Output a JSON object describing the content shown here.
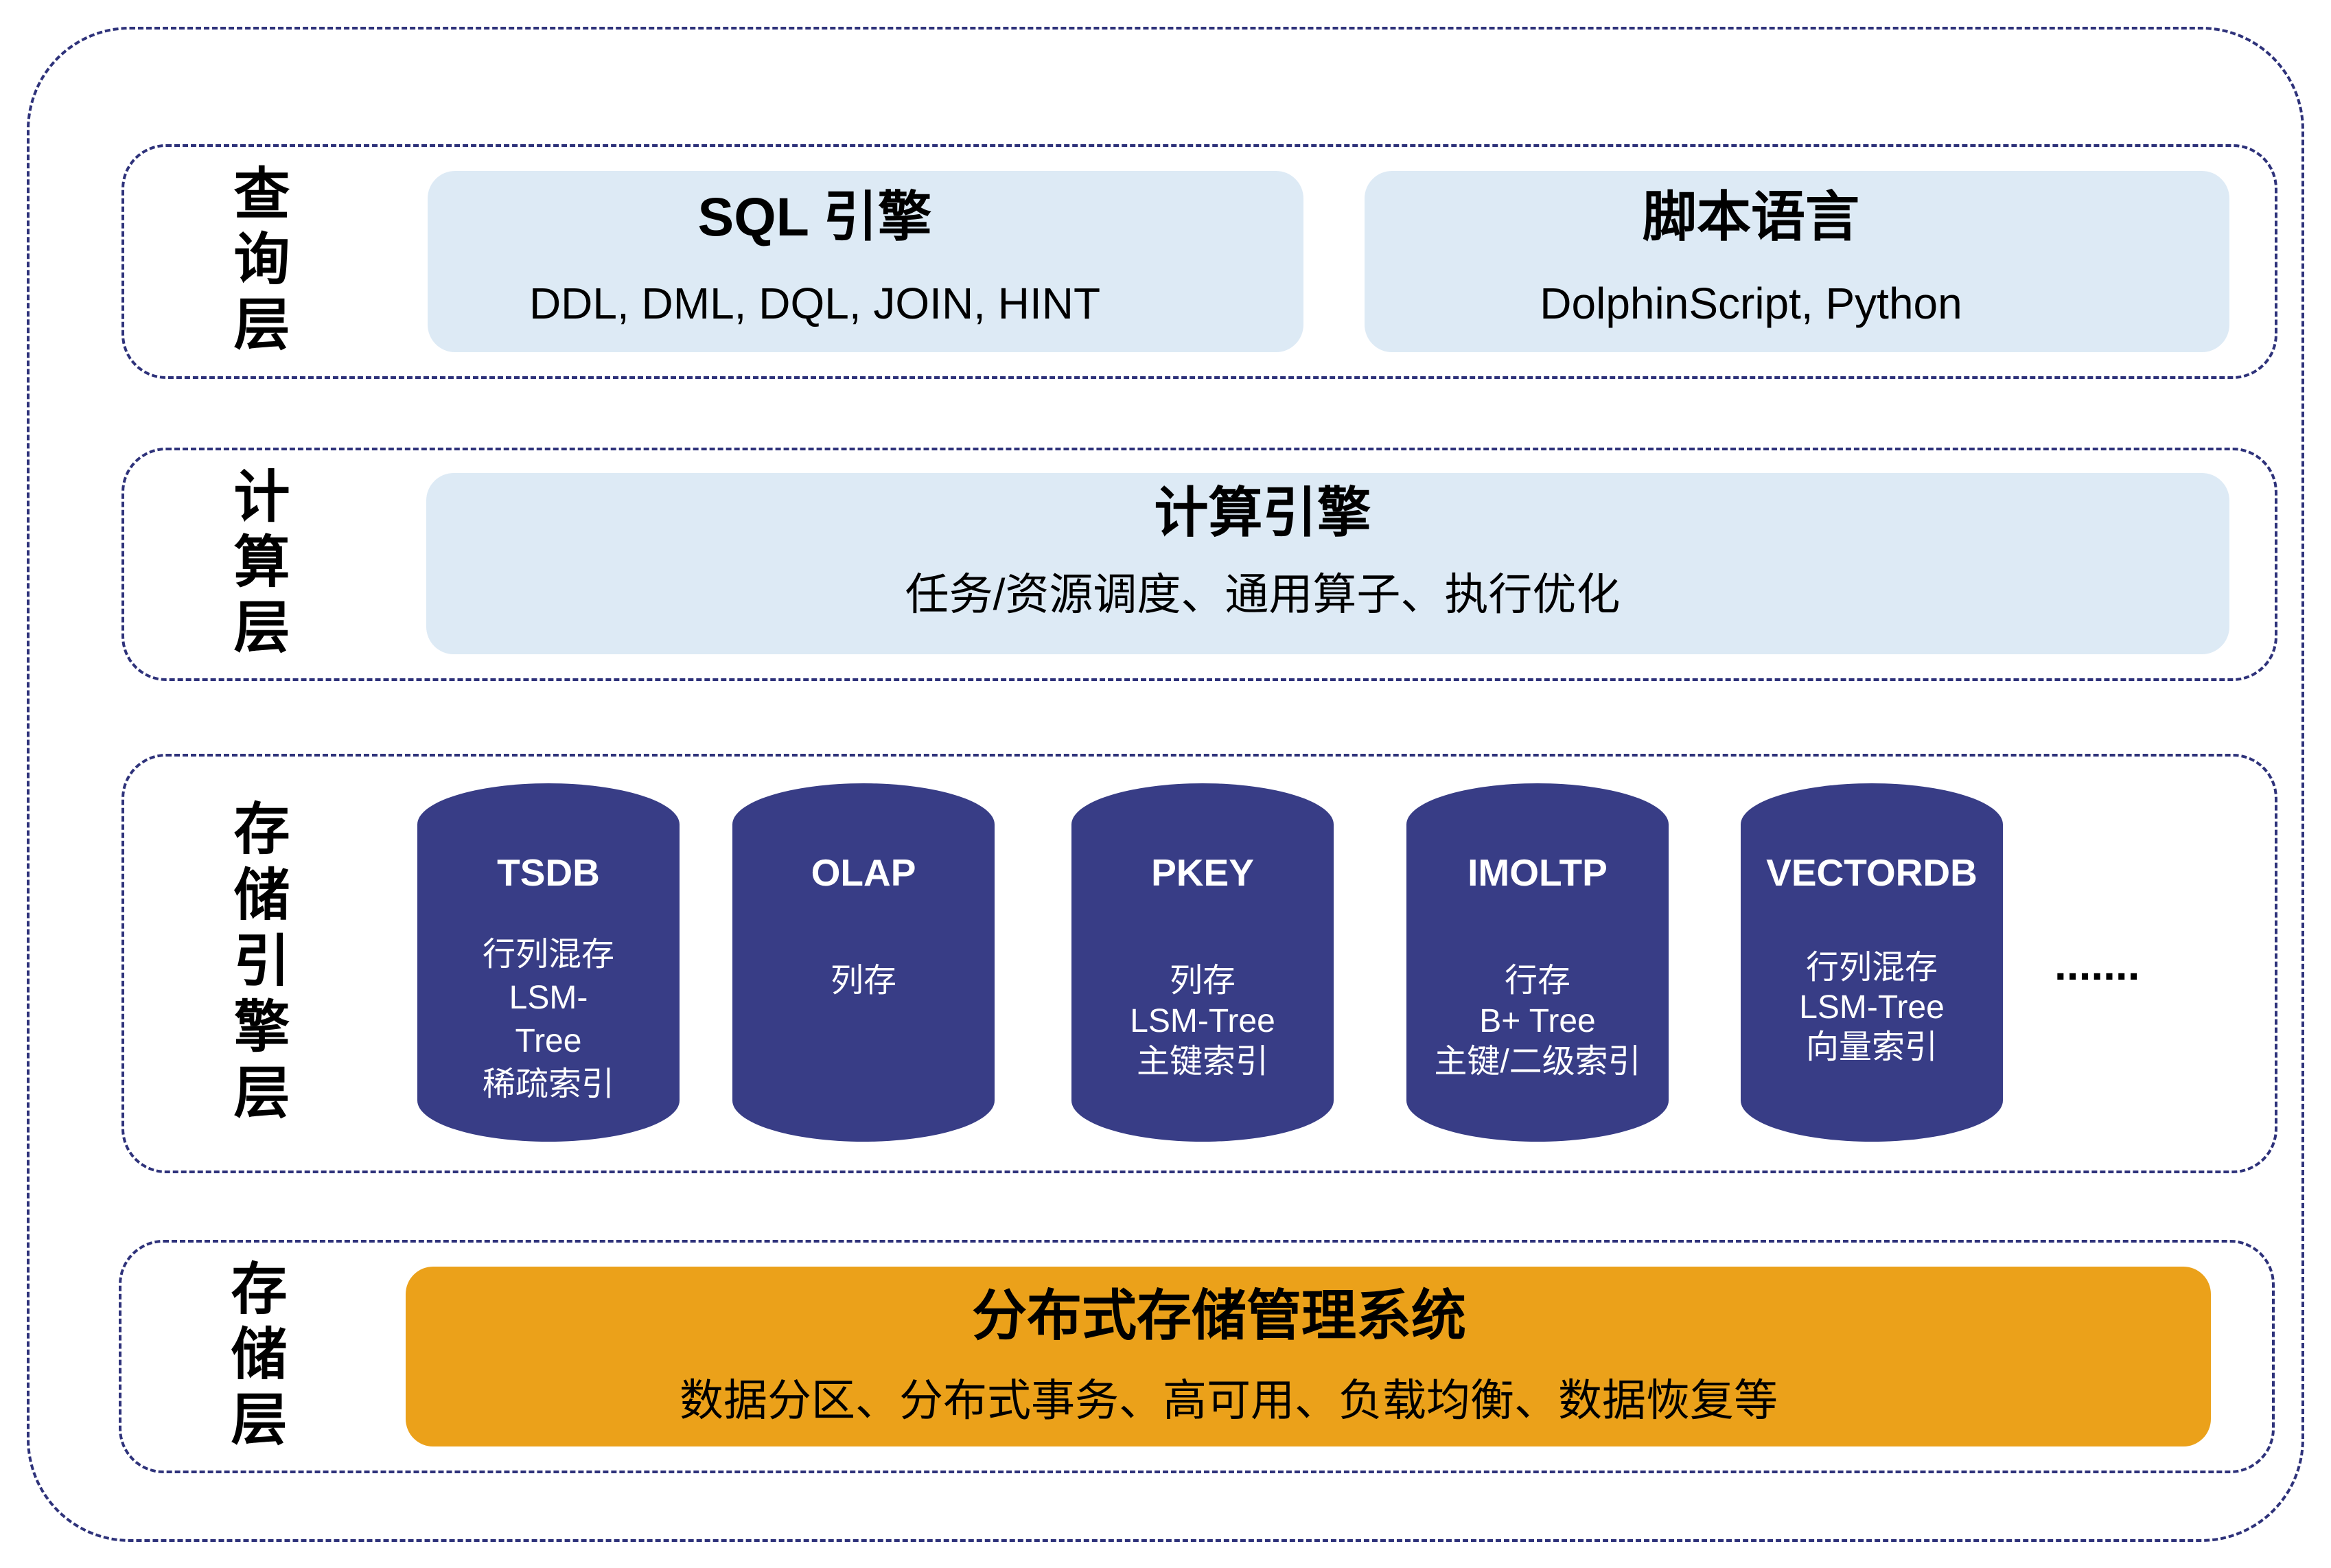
{
  "query_layer": {
    "label": "查询层",
    "sql_engine": {
      "title": "SQL 引擎",
      "subtitle": "DDL, DML, DQL, JOIN, HINT"
    },
    "script_language": {
      "title": "脚本语言",
      "subtitle": "DolphinScript, Python"
    }
  },
  "compute_layer": {
    "label": "计算层",
    "compute_engine": {
      "title": "计算引擎",
      "subtitle": "任务/资源调度、通用算子、执行优化"
    }
  },
  "storage_engine_layer": {
    "label": "存储引擎层",
    "engines": [
      {
        "name": "TSDB",
        "lines": [
          "行列混存",
          "LSM-",
          "Tree",
          "稀疏索引"
        ]
      },
      {
        "name": "OLAP",
        "lines": [
          "列存"
        ]
      },
      {
        "name": "PKEY",
        "lines": [
          "列存",
          "LSM-Tree",
          "主键索引"
        ]
      },
      {
        "name": "IMOLTP",
        "lines": [
          "行存",
          "B+ Tree",
          "主键/二级索引"
        ]
      },
      {
        "name": "VECTORDB",
        "lines": [
          "行列混存",
          "LSM-Tree",
          "向量索引"
        ]
      }
    ],
    "more": "......."
  },
  "storage_layer": {
    "label": "存储层",
    "distributed_storage": {
      "title": "分布式存储管理系统",
      "subtitle": "数据分区、分布式事务、高可用、负载均衡、数据恢复等"
    }
  },
  "colors": {
    "border": "#2E327A",
    "panel": "#DDEAF5",
    "cylinder": "#383D86",
    "storage": "#EBA11A",
    "text": "#111111"
  }
}
